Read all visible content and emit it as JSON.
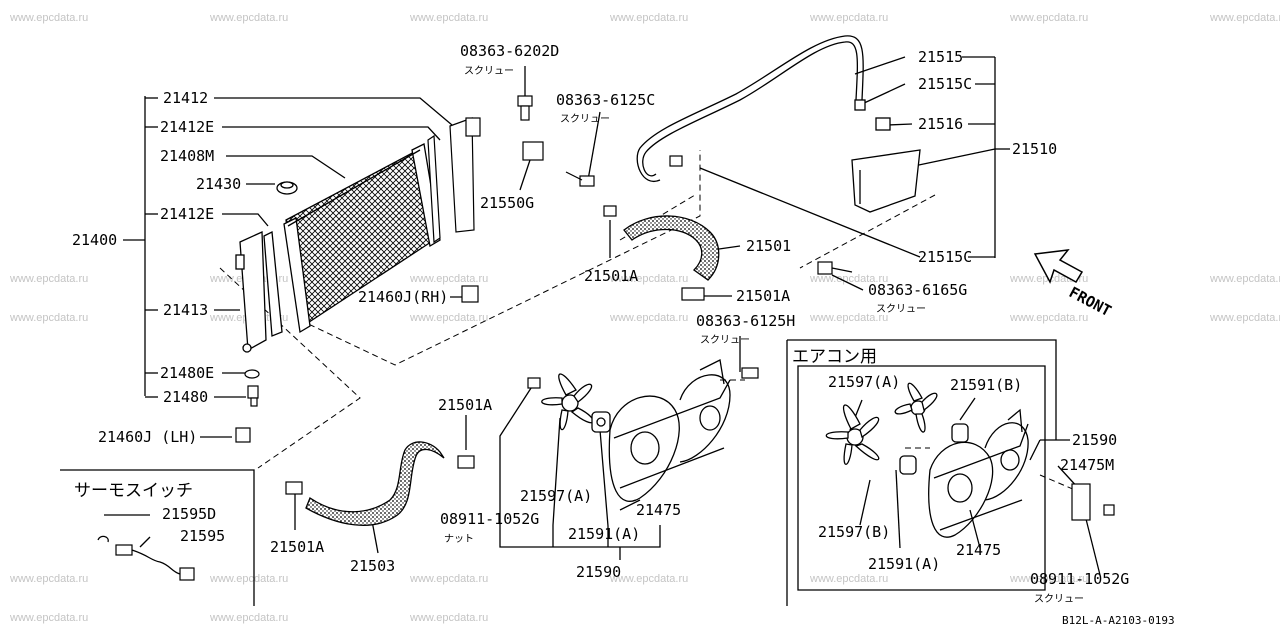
{
  "watermarks": [
    "www.epcdata.ru",
    "www.epcdata.ru",
    "www.epcdata.ru",
    "www.epcdata.ru",
    "www.epcdata.ru",
    "www.epcdata.ru",
    "www.epcdata.ru",
    "www.epcdata.ru",
    "www.epcdata.ru",
    "www.epcdata.ru",
    "www.epcdata.ru",
    "www.epcdata.ru",
    "www.epcdata.ru",
    "www.epcdata.ru",
    "www.epcdata.ru",
    "www.epcdata.ru",
    "www.epcdata.ru",
    "www.epcdata.ru",
    "www.epcdata.ru",
    "www.epcdata.ru",
    "www.epcdata.ru",
    "www.epcdata.ru",
    "www.epcdata.ru",
    "www.epcdata.ru",
    "www.epcdata.ru",
    "www.epcdata.ru",
    "www.epcdata.ru",
    "www.epcdata.ru",
    "www.epcdata.ru",
    "www.epcdata.ru"
  ],
  "labels": {
    "p21412": "21412",
    "p21412e_top": "21412E",
    "p21408m": "21408M",
    "p21430": "21430",
    "p21412e_mid": "21412E",
    "p21400": "21400",
    "p21413": "21413",
    "p21480e": "21480E",
    "p21480": "21480",
    "p21460j_lh": "21460J (LH)",
    "p21460j_rh": "21460J(RH)",
    "p08363_6202d": "08363-6202D",
    "p08363_6125c": "08363-6125C",
    "p21550g": "21550G",
    "p21515": "21515",
    "p21515c_top": "21515C",
    "p21516": "21516",
    "p21510": "21510",
    "p21515c_bot": "21515C",
    "p21501": "21501",
    "p21501a_1": "21501A",
    "p21501a_2": "21501A",
    "p08363_6165g": "08363-6165G",
    "p08363_6125h": "08363-6125H",
    "p21501a_3": "21501A",
    "p21501a_4": "21501A",
    "p21503": "21503",
    "p21595d": "21595D",
    "p21595": "21595",
    "p21597a": "21597(A)",
    "p08911_1052g": "08911-1052G",
    "p21591a": "21591(A)",
    "p21475": "21475",
    "p21590": "21590",
    "ac_21597a": "21597(A)",
    "ac_21591b": "21591(B)",
    "ac_21590": "21590",
    "ac_21475m": "21475M",
    "ac_21597b": "21597(B)",
    "ac_21591a": "21591(A)",
    "ac_21475": "21475",
    "ac_08911_1052g": "08911-1052G"
  },
  "sublabels": {
    "screw_1": "スクリュー",
    "screw_2": "スクリュー",
    "screw_3": "スクリュー",
    "screw_4": "スクリュー",
    "screw_5": "スクリュー",
    "nut": "ナット"
  },
  "sections": {
    "thermo_switch": "サーモスイッチ",
    "aircon": "エアコン用"
  },
  "front_label": "FRONT",
  "diagram_code": "B12L-A-A2103-0193"
}
